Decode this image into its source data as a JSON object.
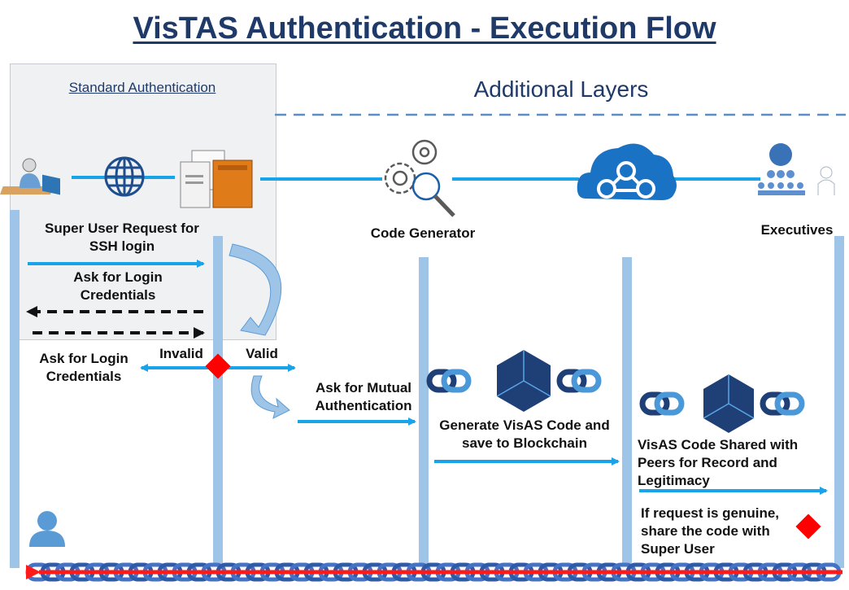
{
  "title": "VisTAS Authentication - Execution Flow",
  "panels": {
    "standard_label": "Standard Authentication",
    "additional_label": "Additional Layers"
  },
  "actors": {
    "super_user": "Super User Request for SSH login",
    "code_generator": "Code Generator",
    "executives": "Executives"
  },
  "steps": {
    "ask_login_1": "Ask for Login Credentials",
    "ask_login_2": "Ask for Login Credentials",
    "invalid": "Invalid",
    "valid": "Valid",
    "mutual_auth": "Ask for Mutual Authentication",
    "generate_code": "Generate VisAS Code and save to Blockchain",
    "code_shared": "VisAS Code Shared with Peers for Record and Legitimacy",
    "genuine": "If request is genuine, share the code with Super User"
  },
  "colors": {
    "title": "#1f3a68",
    "arrow_blue": "#1aa3e8",
    "lifeline": "#9ec5e8",
    "decision": "#ff0000",
    "return_arrow": "#ff1a1a",
    "chain": "#4472c4",
    "cube": "#1f3f77"
  },
  "icons": [
    "user-at-computer-icon",
    "globe-icon",
    "server-icon",
    "gears-search-icon",
    "cloud-network-icon",
    "executives-icon",
    "person-icon",
    "blockchain-icon",
    "decision-diamond-icon"
  ]
}
